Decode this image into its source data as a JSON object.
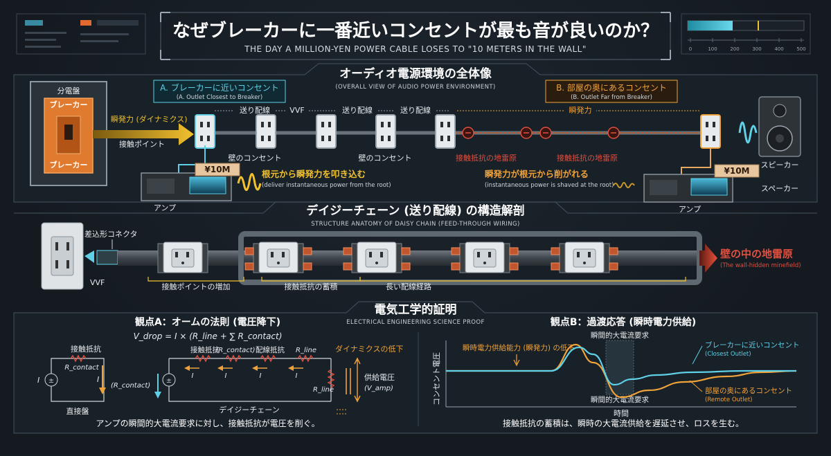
{
  "header": {
    "title": "なぜブレーカーに一番近いコンセントが最も音が良いのか？",
    "subtitle": "THE DAY A MILLION-YEN POWER CABLE LOSES TO \"10 METERS IN THE WALL\"",
    "meter_ticks": [
      "0",
      "100",
      "200",
      "300",
      "400",
      "500"
    ]
  },
  "overview": {
    "title": "オーディオ電源環境の全体像",
    "subtitle": "(OVERALL VIEW OF AUDIO POWER ENVIRONMENT)",
    "panel_label": "分電盤",
    "breaker_top": "ブレーカー",
    "breaker_bottom": "ブレーカー",
    "arrow_label_1": "瞬発力 (ダイナミクス)",
    "arrow_label_2": "接触ポイント",
    "outlet_a_title": "A. ブレーカーに近いコンセント",
    "outlet_a_sub": "(A. Outlet Closest to Breaker)",
    "outlet_b_title": "B. 部屋の奥にあるコンセント",
    "outlet_b_sub": "(B. Outlet Far from Breaker)",
    "wire_labels": [
      "送り配線",
      "VVF",
      "送り配線",
      "送り配線",
      "瞬発力"
    ],
    "wall_outlet_1": "壁のコンセント",
    "wall_outlet_2": "壁のコンセント",
    "landmine_1": "接触抵抗の地雷原",
    "landmine_2": "接触抵抗の地雷原",
    "amp_price_a": "¥10M",
    "amp_price_b": "¥10M",
    "amp_label_a": "アンプ",
    "amp_label_b": "アンプ",
    "note_a": "根元から瞬発力を叩き込む",
    "note_a_sub": "(deliver instantaneous power from the root)",
    "note_b": "瞬発力が根元から削がれる",
    "note_b_sub": "(instantaneous power is shaved at the root)",
    "speaker_label_1": "スピーカー",
    "speaker_label_2": "スペーカー"
  },
  "daisy": {
    "title": "デイジーチェーン (送り配線) の構造解剖",
    "subtitle": "STRUCTURE ANATOMY OF DAISY CHAIN (FEED-THROUGH WIRING)",
    "connector_label": "差込形コネクタ",
    "vvf_label": "VVF",
    "minefield": "壁の中の地雷原",
    "minefield_sub": "(The wall-hidden minefield)",
    "bracket_1": "接触ポイントの増加",
    "bracket_2": "接触抵抗の蓄積",
    "bracket_3": "長い配線経路"
  },
  "proof": {
    "title": "電気工学的証明",
    "subtitle": "ELECTRICAL ENGINEERING SCIENCE PROOF",
    "left_title": "観点A：オームの法則 (電圧降下)",
    "formula": "V_drop = I × (R_line + ∑ R_contact)",
    "contact_resistance": "接触抵抗",
    "r_contact": "R_contact",
    "r_contact_paren": "(R_contact)",
    "i_label": "I",
    "distribution_panel": "直接盤",
    "wire_resistance": "配線抵抗",
    "r_line": "R_line",
    "daisy_label": "デイジーチェーン",
    "dynamics_drop": "ダイナミクスの低下",
    "supply_voltage": "供給電圧",
    "v_amp": "(V_amp)",
    "left_caption": "アンプの瞬間的大電流要求に対し、接触抵抗が電圧を削ぐ。",
    "right_title": "観点B：過渡応答 (瞬時電力供給)",
    "capability_drop": "瞬時電力供給能力 (瞬発力) の低下",
    "demand_top": "瞬間的大電流要求",
    "demand_bottom": "瞬間的大電流要求",
    "y_axis": "コンセント電圧",
    "x_axis": "時間",
    "legend_close": "ブレーカーに近いコンセント",
    "legend_close_sub": "(Closest Outlet)",
    "legend_far": "部屋の奥にあるコンセント",
    "legend_far_sub": "(Remote Outlet)",
    "right_caption": "接触抵抗の蓄積は、瞬時の大電流供給を遅延させ、ロスを生む。"
  },
  "chart_data": {
    "type": "line",
    "xlabel": "時間",
    "ylabel": "コンセント電圧",
    "series": [
      {
        "name": "ブレーカーに近いコンセント",
        "color": "#5fd0e6",
        "x": [
          0,
          0.3,
          0.38,
          0.42,
          0.48,
          0.53,
          0.6,
          0.7,
          0.85,
          1.0
        ],
        "y": [
          0,
          0,
          0.85,
          0.6,
          -0.5,
          -0.3,
          -0.15,
          -0.05,
          0,
          0
        ]
      },
      {
        "name": "部屋の奥にあるコンセント",
        "color": "#f0a23a",
        "x": [
          0,
          0.3,
          0.37,
          0.42,
          0.5,
          0.58,
          0.68,
          0.8,
          0.9,
          1.0
        ],
        "y": [
          0,
          0,
          0.95,
          0.3,
          -0.95,
          -0.7,
          -0.4,
          -0.2,
          -0.05,
          0
        ]
      }
    ]
  },
  "colors": {
    "accent_cyan": "#5fd0e6",
    "accent_orange": "#f0a23a",
    "danger_red": "#e05040",
    "warn_yellow": "#f2c12e"
  }
}
